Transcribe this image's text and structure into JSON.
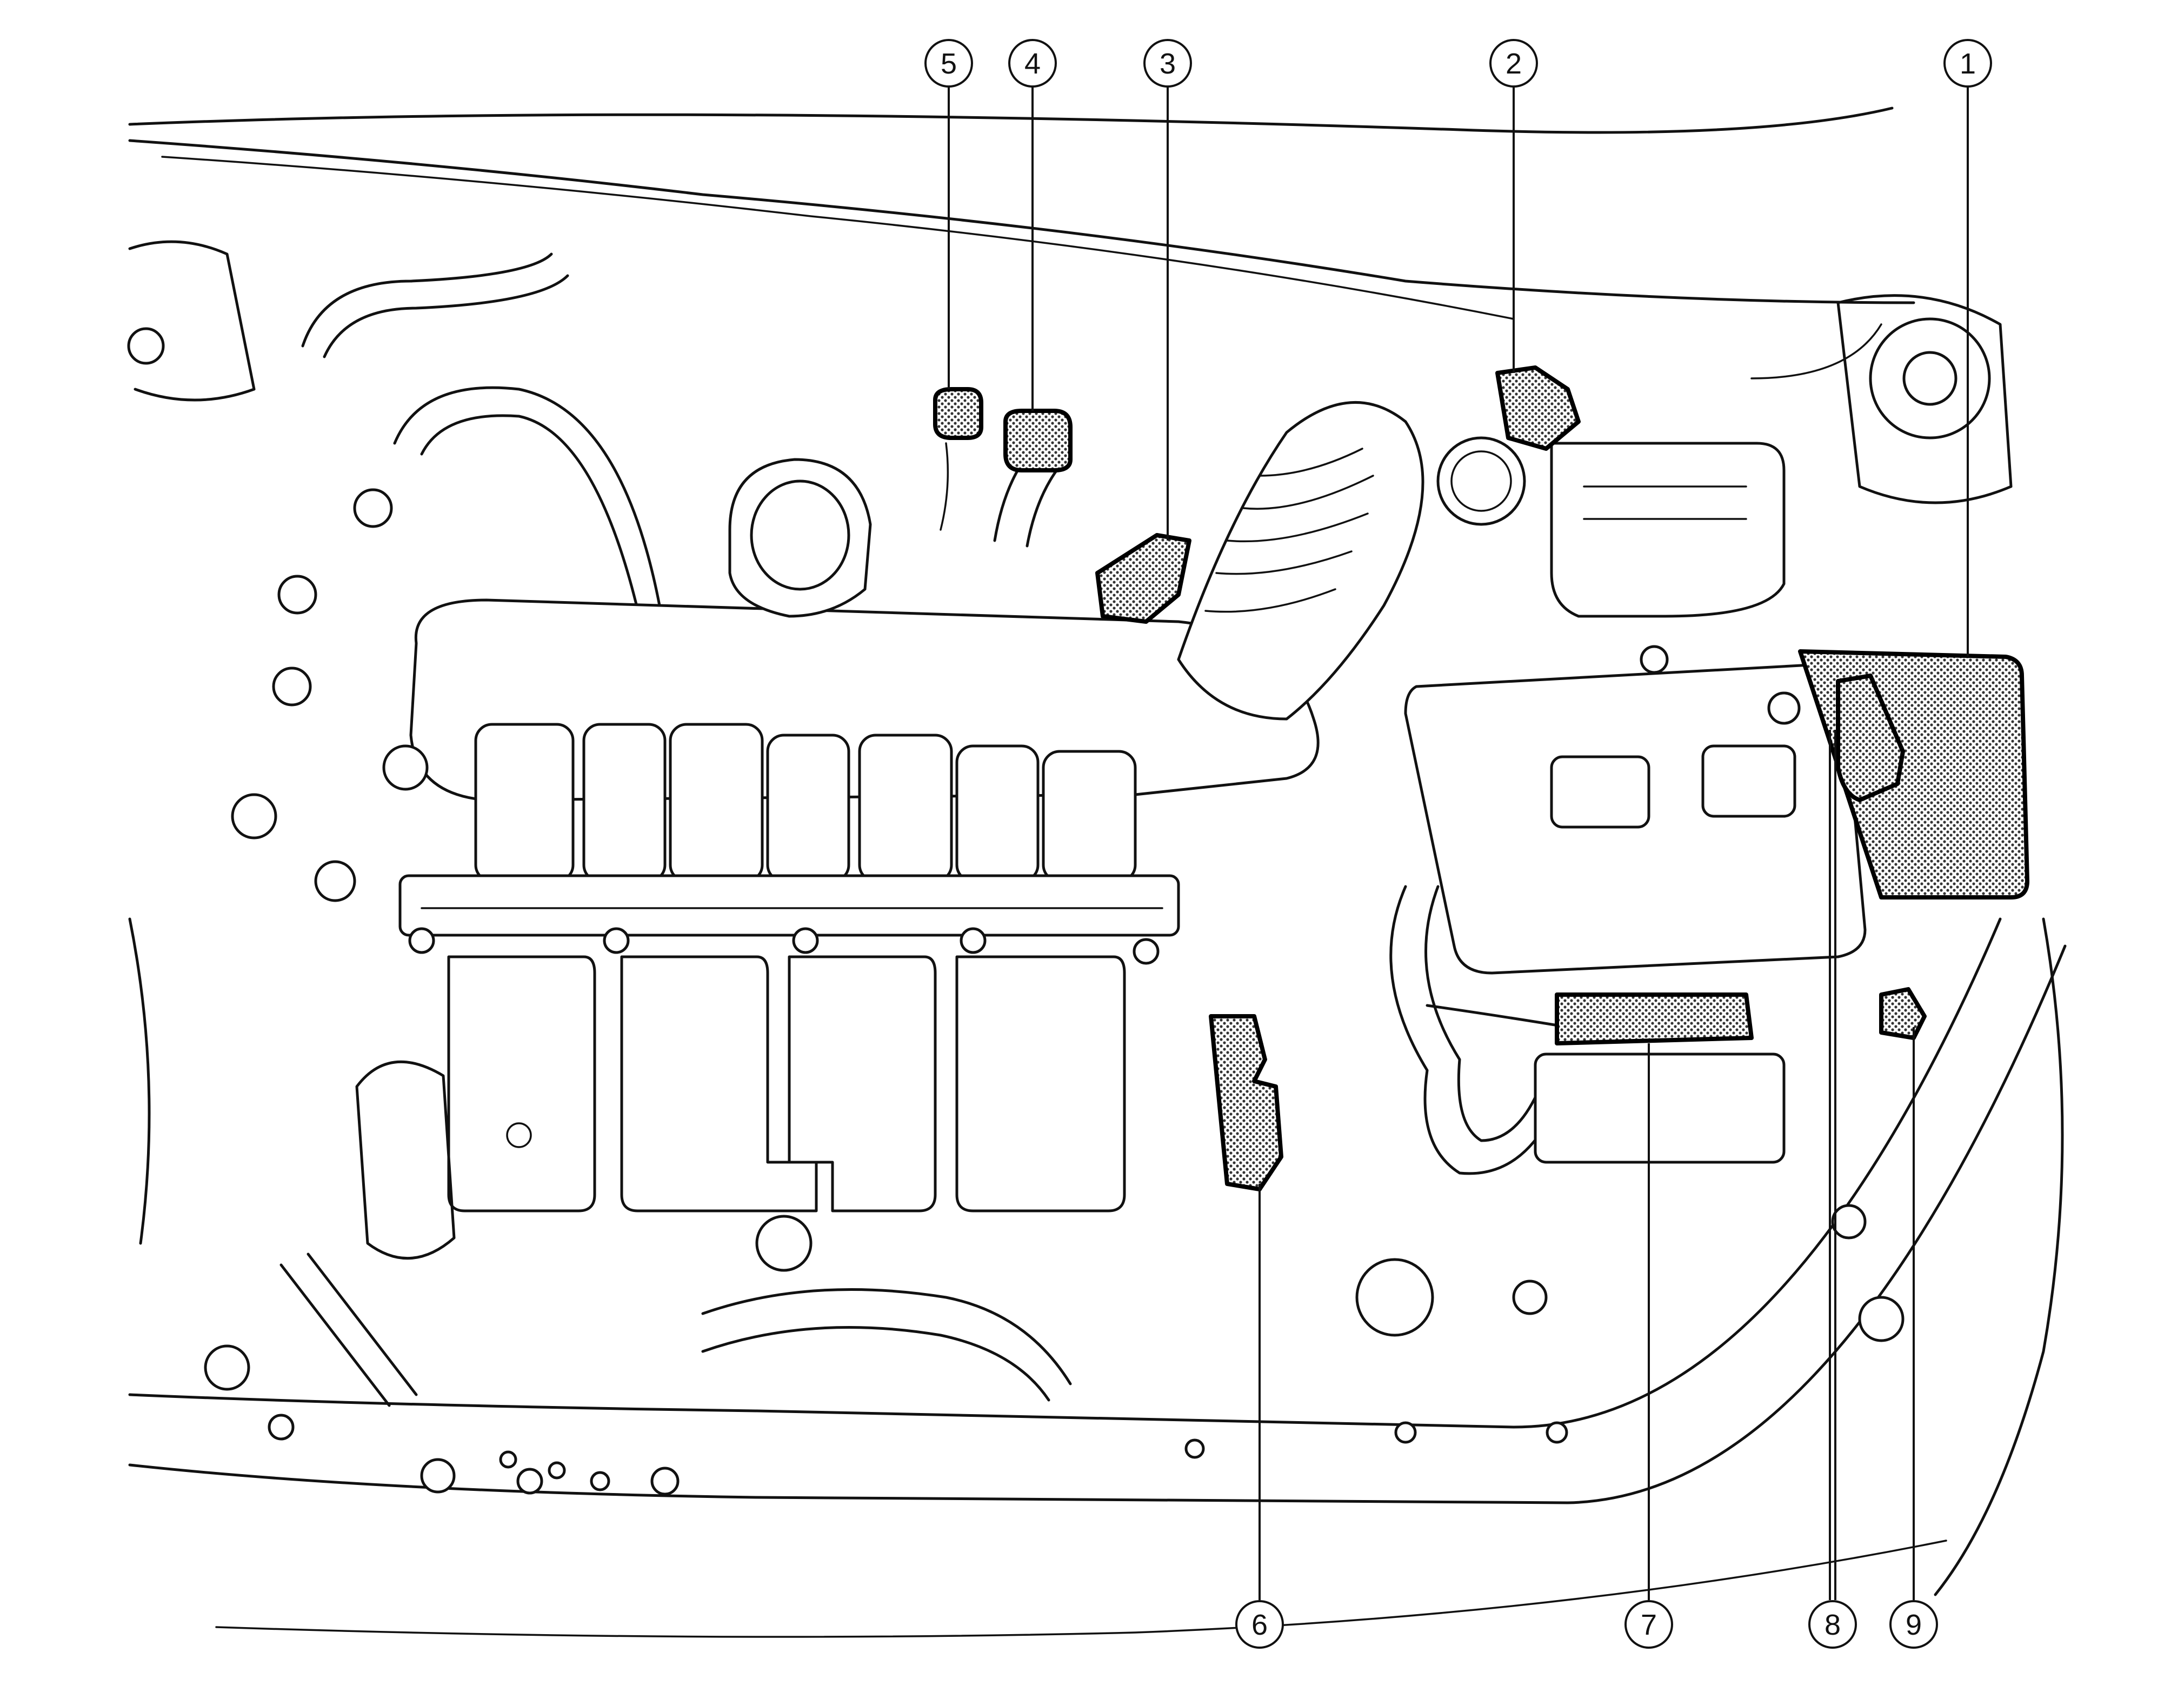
{
  "callouts": [
    {
      "id": "1",
      "label": "1"
    },
    {
      "id": "2",
      "label": "2"
    },
    {
      "id": "3",
      "label": "3"
    },
    {
      "id": "4",
      "label": "4"
    },
    {
      "id": "5",
      "label": "5"
    },
    {
      "id": "6",
      "label": "6"
    },
    {
      "id": "7",
      "label": "7"
    },
    {
      "id": "8",
      "label": "8"
    },
    {
      "id": "9",
      "label": "9"
    }
  ],
  "colors": {
    "line": "#111111",
    "background": "#ffffff",
    "highlight_fill": "#b5b5b5"
  }
}
